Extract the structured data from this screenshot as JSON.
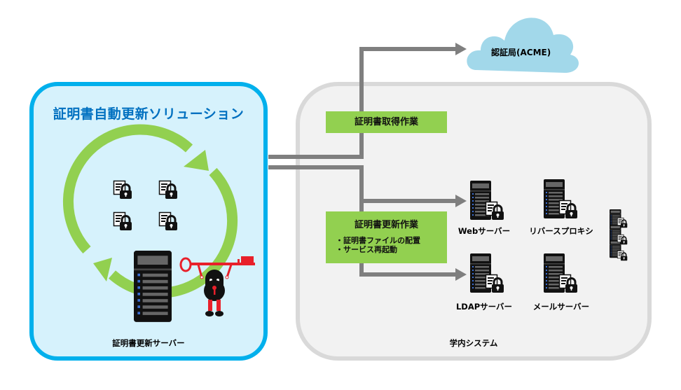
{
  "solution": {
    "title": "証明書自動更新ソリューション",
    "server_label": "証明書更新サーバー"
  },
  "ca": {
    "label": "認証局(ACME)"
  },
  "tasks": {
    "acquire": {
      "title": "証明書取得作業"
    },
    "renew": {
      "title": "証明書更新作業",
      "items": [
        "・証明書ファイルの配置",
        "・サービス再起動"
      ]
    }
  },
  "campus": {
    "label": "学内システム",
    "servers": [
      {
        "label": "Webサーバー"
      },
      {
        "label": "リバースプロキシ"
      },
      {
        "label": "LDAPサーバー"
      },
      {
        "label": "メールサーバー"
      }
    ]
  },
  "colors": {
    "solution_border": "#00b0ec",
    "solution_fill": "#d6f2fc",
    "title_blue": "#0070c0",
    "task_green": "#92d050",
    "cycle_green": "#92d050",
    "arrow_gray": "#7f7f7f",
    "cloud_blue": "#a2d8ea",
    "campus_border": "#d9d9d9",
    "campus_fill": "#f2f2f2",
    "mascot_red": "#e8202a"
  }
}
